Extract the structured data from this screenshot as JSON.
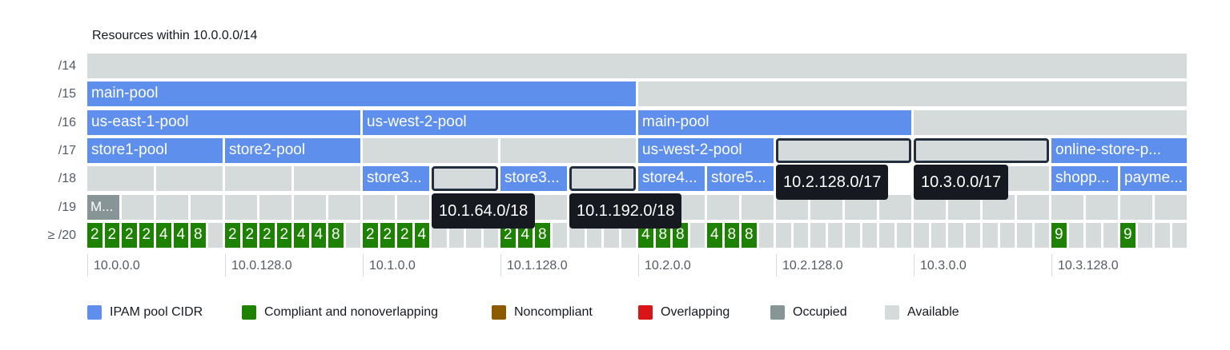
{
  "title": "Resources within 10.0.0.0/14",
  "rows": [
    "/14",
    "/15",
    "/16",
    "/17",
    "/18",
    "/19",
    "≥ /20"
  ],
  "pools": [
    {
      "row": 1,
      "c0": 0,
      "c1": 32,
      "label": "main-pool"
    },
    {
      "row": 2,
      "c0": 0,
      "c1": 16,
      "label": "us-east-1-pool"
    },
    {
      "row": 2,
      "c0": 16,
      "c1": 32,
      "label": "us-west-2-pool"
    },
    {
      "row": 2,
      "c0": 32,
      "c1": 48,
      "label": "main-pool"
    },
    {
      "row": 3,
      "c0": 0,
      "c1": 8,
      "label": "store1-pool"
    },
    {
      "row": 3,
      "c0": 8,
      "c1": 16,
      "label": "store2-pool"
    },
    {
      "row": 3,
      "c0": 32,
      "c1": 40,
      "label": "us-west-2-pool"
    },
    {
      "row": 3,
      "c0": 56,
      "c1": 64,
      "label": "online-store-p..."
    },
    {
      "row": 4,
      "c0": 16,
      "c1": 20,
      "label": "store3..."
    },
    {
      "row": 4,
      "c0": 24,
      "c1": 28,
      "label": "store3..."
    },
    {
      "row": 4,
      "c0": 32,
      "c1": 36,
      "label": "store4..."
    },
    {
      "row": 4,
      "c0": 36,
      "c1": 40,
      "label": "store5..."
    },
    {
      "row": 4,
      "c0": 56,
      "c1": 60,
      "label": "shopp..."
    },
    {
      "row": 4,
      "c0": 60,
      "c1": 64,
      "label": "payme..."
    }
  ],
  "occupied": [
    {
      "row": 5,
      "c0": 0,
      "c1": 2,
      "label": "M..."
    }
  ],
  "selected": [
    {
      "row": 3,
      "c0": 40,
      "c1": 48
    },
    {
      "row": 3,
      "c0": 48,
      "c1": 56
    },
    {
      "row": 4,
      "c0": 20,
      "c1": 24
    },
    {
      "row": 4,
      "c0": 28,
      "c1": 32
    }
  ],
  "available": [
    {
      "row": 0,
      "c0": 0,
      "c1": 64
    },
    {
      "row": 1,
      "c0": 32,
      "c1": 64
    },
    {
      "row": 2,
      "c0": 48,
      "c1": 64
    },
    {
      "row": 3,
      "c0": 16,
      "c1": 24
    },
    {
      "row": 3,
      "c0": 24,
      "c1": 32
    },
    {
      "row": 4,
      "c0": 0,
      "c1": 4
    },
    {
      "row": 4,
      "c0": 4,
      "c1": 8
    },
    {
      "row": 4,
      "c0": 8,
      "c1": 12
    },
    {
      "row": 4,
      "c0": 12,
      "c1": 16
    },
    {
      "row": 4,
      "c0": 52,
      "c1": 56
    }
  ],
  "avail19": [
    2,
    4,
    6,
    8,
    10,
    12,
    14,
    16,
    18,
    20,
    22,
    24,
    26,
    28,
    30,
    32,
    34,
    36,
    38,
    40,
    42,
    44,
    46,
    48,
    50,
    52,
    54,
    56,
    58,
    60,
    62
  ],
  "compliant": [
    {
      "c": 0,
      "label": "2"
    },
    {
      "c": 1,
      "label": "2"
    },
    {
      "c": 2,
      "label": "2"
    },
    {
      "c": 3,
      "label": "2"
    },
    {
      "c": 4,
      "label": "4"
    },
    {
      "c": 5,
      "label": "4"
    },
    {
      "c": 6,
      "label": "8"
    },
    {
      "c": 8,
      "label": "2"
    },
    {
      "c": 9,
      "label": "2"
    },
    {
      "c": 10,
      "label": "2"
    },
    {
      "c": 11,
      "label": "2"
    },
    {
      "c": 12,
      "label": "4"
    },
    {
      "c": 13,
      "label": "4"
    },
    {
      "c": 14,
      "label": "8"
    },
    {
      "c": 16,
      "label": "2"
    },
    {
      "c": 17,
      "label": "2"
    },
    {
      "c": 18,
      "label": "2"
    },
    {
      "c": 19,
      "label": "4"
    },
    {
      "c": 24,
      "label": "2"
    },
    {
      "c": 25,
      "label": "4"
    },
    {
      "c": 26,
      "label": "8"
    },
    {
      "c": 32,
      "label": "4"
    },
    {
      "c": 33,
      "label": "8"
    },
    {
      "c": 34,
      "label": "8"
    },
    {
      "c": 36,
      "label": "4"
    },
    {
      "c": 37,
      "label": "8"
    },
    {
      "c": 38,
      "label": "8"
    },
    {
      "c": 56,
      "label": "9"
    },
    {
      "c": 60,
      "label": "9"
    }
  ],
  "axis": [
    {
      "c": 0,
      "label": "10.0.0.0"
    },
    {
      "c": 8,
      "label": "10.0.128.0"
    },
    {
      "c": 16,
      "label": "10.1.0.0"
    },
    {
      "c": 24,
      "label": "10.1.128.0"
    },
    {
      "c": 32,
      "label": "10.2.0.0"
    },
    {
      "c": 40,
      "label": "10.2.128.0"
    },
    {
      "c": 48,
      "label": "10.3.0.0"
    },
    {
      "c": 56,
      "label": "10.3.128.0"
    }
  ],
  "tooltips": [
    {
      "row": 4,
      "c": 40,
      "label": "10.2.128.0/17"
    },
    {
      "row": 4,
      "c": 48,
      "label": "10.3.0.0/17"
    },
    {
      "row": 5,
      "c": 20,
      "label": "10.1.64.0/18"
    },
    {
      "row": 5,
      "c": 28,
      "label": "10.1.192.0/18"
    }
  ],
  "legend": [
    {
      "label": "IPAM pool CIDR",
      "color": "#5f8fec"
    },
    {
      "label": "Compliant and nonoverlapping",
      "color": "#1d8102"
    },
    {
      "label": "Noncompliant",
      "color": "#8c5b00"
    },
    {
      "label": "Overlapping",
      "color": "#d91515"
    },
    {
      "label": "Occupied",
      "color": "#879596"
    },
    {
      "label": "Available",
      "color": "#d5dbdb"
    }
  ]
}
